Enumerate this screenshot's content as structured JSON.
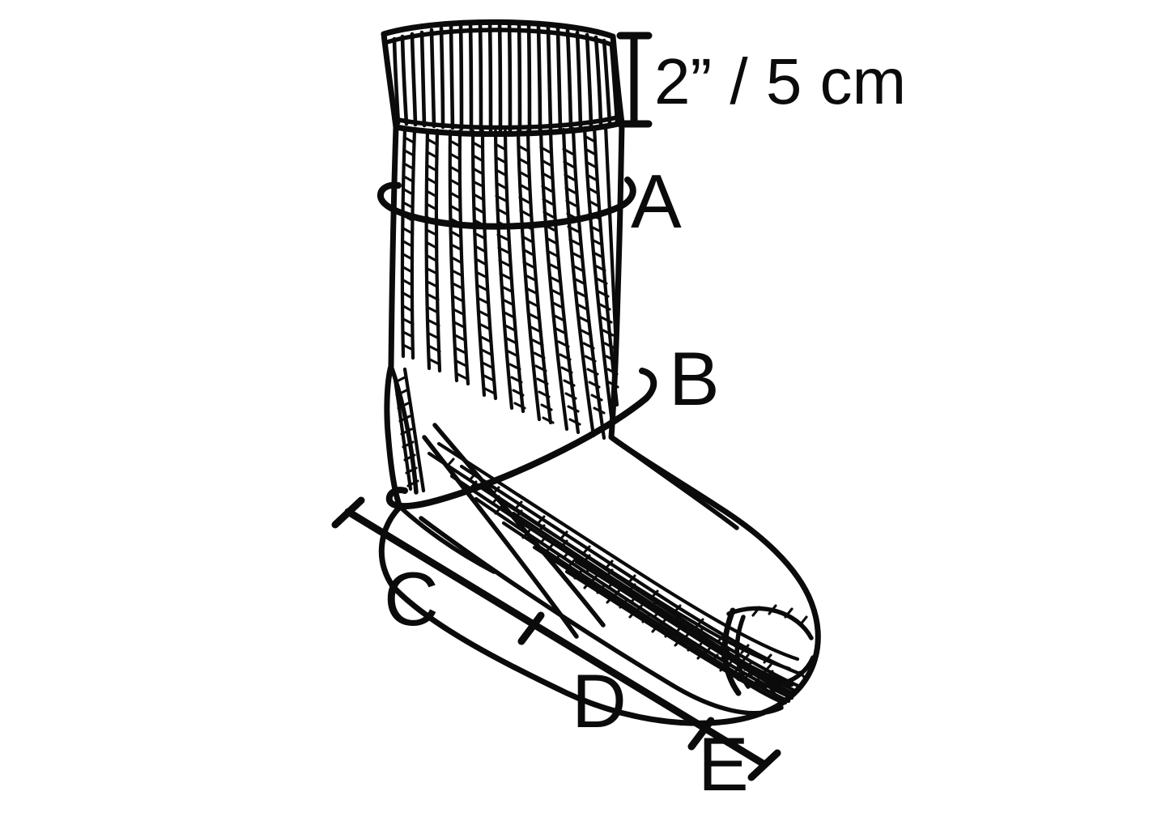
{
  "figure": {
    "title": "Sock measurement diagram",
    "subject": "hand-drawn ribbed sock",
    "background_color": "#ffffff",
    "ink_color": "#0b0b0b"
  },
  "dimension": {
    "label": "2” / 5 cm",
    "marker_name": "vertical-dimension-bar",
    "describes": "cuff height"
  },
  "measure_labels": {
    "a": "A",
    "b": "B",
    "c": "C",
    "d": "D",
    "e": "E"
  },
  "measure_lines": [
    {
      "id": "A",
      "name": "leg-circumference-loop",
      "style": "wrapped-loop"
    },
    {
      "id": "B",
      "name": "ankle-instep-circumference-loop",
      "style": "wrapped-loop"
    },
    {
      "id": "C",
      "name": "heel-to-toe-length-line",
      "style": "capped-line"
    },
    {
      "id": "D",
      "name": "foot-length-segment-tick",
      "style": "tick"
    },
    {
      "id": "E",
      "name": "toe-end-tick",
      "style": "tick"
    }
  ],
  "sock_parts": [
    {
      "name": "cuff",
      "texture": "vertical-ribbing"
    },
    {
      "name": "leg",
      "texture": "ribbed-columns-with-hatching"
    },
    {
      "name": "heel",
      "texture": "ribbed-columns-with-hatching"
    },
    {
      "name": "foot",
      "texture": "ribbed-columns-with-hatching"
    },
    {
      "name": "toe",
      "texture": "curved-seam-arc"
    }
  ]
}
